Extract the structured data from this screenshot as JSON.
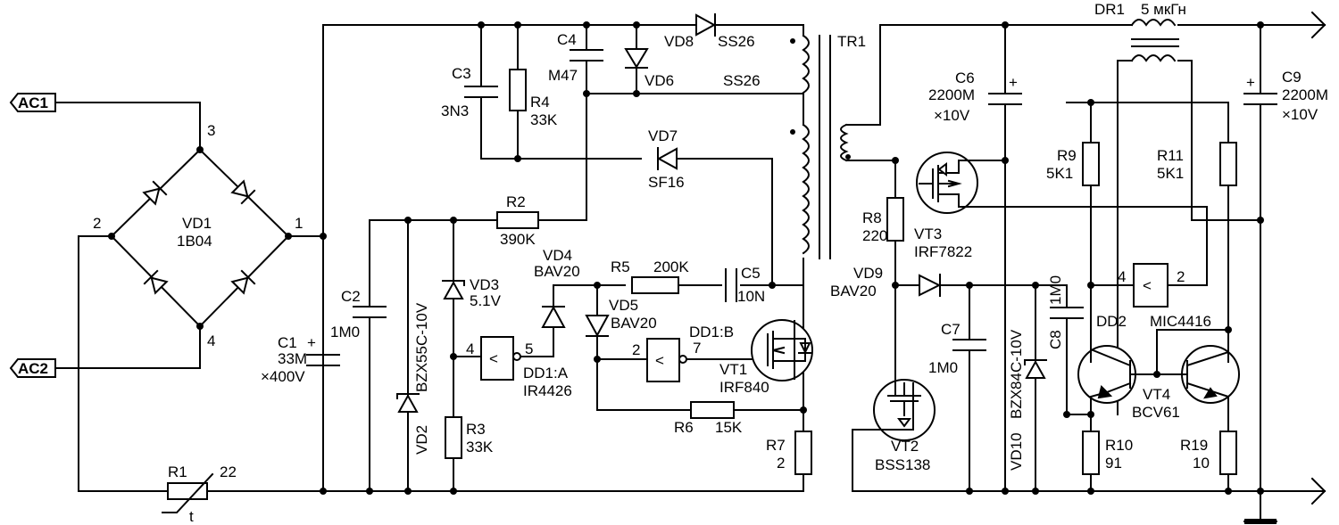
{
  "labels": {
    "ac1": "AC1",
    "ac2": "AC2",
    "vd1": "VD1",
    "vd1_part": "1B04",
    "pin3": "3",
    "pin2": "2",
    "pin1": "1",
    "pin4": "4",
    "c1": "C1",
    "c1_val": "33M",
    "c1_volt": "×400V",
    "c2": "C2",
    "c2_val": "1M0",
    "vd2": "VD2",
    "vd2_part": "BZX55C-10V",
    "vd3": "VD3",
    "vd3_val": "5.1V",
    "r3": "R3",
    "r3_val": "33K",
    "r1": "R1",
    "r1_val": "22",
    "r1_t": "t",
    "c3": "C3",
    "c3_val": "3N3",
    "r4": "R4",
    "r4_val": "33K",
    "c4": "C4",
    "c4_val": "M47",
    "vd6": "VD6",
    "vd6_part": "SS26",
    "vd8": "VD8",
    "vd8_part": "SS26",
    "vd7": "VD7",
    "vd7_part": "SF16",
    "r2": "R2",
    "r2_val": "390K",
    "vd4": "VD4",
    "vd4_part": "BAV20",
    "r5": "R5",
    "r5_val": "200K",
    "c5": "C5",
    "c5_val": "10N",
    "vd5": "VD5",
    "vd5_part": "BAV20",
    "dd1a_in": "4",
    "dd1a_out": "5",
    "dd1a": "DD1:A",
    "dd1a_part": "IR4426",
    "dd1b_in": "2",
    "dd1b_out": "7",
    "dd1b": "DD1:B",
    "vt1": "VT1",
    "vt1_part": "IRF840",
    "r6": "R6",
    "r6_val": "15K",
    "r7": "R7",
    "r7_val": "2",
    "tr1": "TR1",
    "dr1": "DR1",
    "dr1_val": "5 мкГн",
    "c6": "C6",
    "c6_val": "2200M",
    "c6_volt": "×10V",
    "c9": "C9",
    "c9_val": "2200M",
    "c9_volt": "×10V",
    "vt3": "VT3",
    "vt3_part": "IRF7822",
    "r8": "R8",
    "r8_val": "220",
    "vd9": "VD9",
    "vd9_part": "BAV20",
    "c7": "C7",
    "c7_val": "1M0",
    "vd10": "VD10",
    "vd10_part": "BZX84C-10V",
    "c8": "C8",
    "c8_val": "1M0",
    "vt2": "VT2",
    "vt2_part": "BSS138",
    "r9": "R9",
    "r9_val": "5K1",
    "r11": "R11",
    "r11_val": "5K1",
    "dd2_in": "4",
    "dd2_out": "2",
    "dd2": "DD2",
    "dd2_part": "MIC4416",
    "vt4": "VT4",
    "vt4_part": "BCV61",
    "r10": "R10",
    "r10_val": "91",
    "r19": "R19",
    "r19_val": "10",
    "gate_sym": "<",
    "plus": "+"
  }
}
